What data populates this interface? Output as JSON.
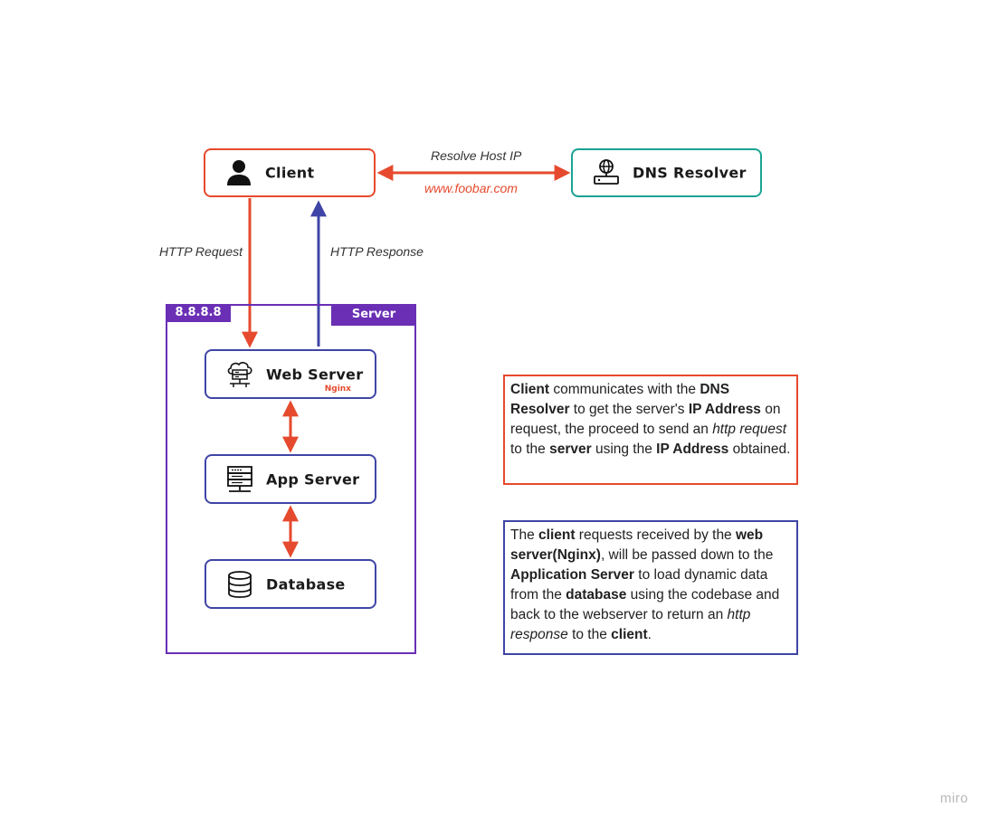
{
  "colors": {
    "red": "#e64a2e",
    "blue": "#3f45a6",
    "teal": "#1aa394",
    "purple": "#6a2fb5"
  },
  "nodes": {
    "client": {
      "label": "Client",
      "icon": "person-icon"
    },
    "dns": {
      "label": "DNS Resolver",
      "icon": "globe-server-icon"
    },
    "web": {
      "label": "Web Server",
      "sub": "Nginx",
      "icon": "cloud-server-icon"
    },
    "app": {
      "label": "App Server",
      "icon": "server-rack-icon"
    },
    "db": {
      "label": "Database",
      "icon": "database-icon"
    }
  },
  "server_group": {
    "ip_tag": "8.8.8.8",
    "name_tag": "Server"
  },
  "edges": {
    "resolve_label": "Resolve Host IP",
    "domain_label": "www.foobar.com",
    "request_label": "HTTP Request",
    "response_label": "HTTP Response"
  },
  "notes": {
    "note1": [
      {
        "t": "Client",
        "s": "b"
      },
      {
        "t": " communicates with the "
      },
      {
        "t": "DNS Resolver",
        "s": "b"
      },
      {
        "t": " to get the server's "
      },
      {
        "t": "IP Address",
        "s": "b"
      },
      {
        "t": " on request, the proceed to send an "
      },
      {
        "t": "http request",
        "s": "i"
      },
      {
        "t": " to the "
      },
      {
        "t": "server",
        "s": "b"
      },
      {
        "t": " using the "
      },
      {
        "t": "IP Address",
        "s": "b"
      },
      {
        "t": " obtained."
      }
    ],
    "note2": [
      {
        "t": "The "
      },
      {
        "t": "client",
        "s": "b"
      },
      {
        "t": " requests received by the "
      },
      {
        "t": "web server(Nginx)",
        "s": "b"
      },
      {
        "t": ", will be passed down to the "
      },
      {
        "t": "Application Server",
        "s": "b"
      },
      {
        "t": " to load dynamic data from the "
      },
      {
        "t": "database",
        "s": "b"
      },
      {
        "t": " using the codebase and back to the webserver to return an "
      },
      {
        "t": "http response",
        "s": "i"
      },
      {
        "t": " to the "
      },
      {
        "t": "client",
        "s": "b"
      },
      {
        "t": "."
      }
    ]
  },
  "watermark": "miro"
}
